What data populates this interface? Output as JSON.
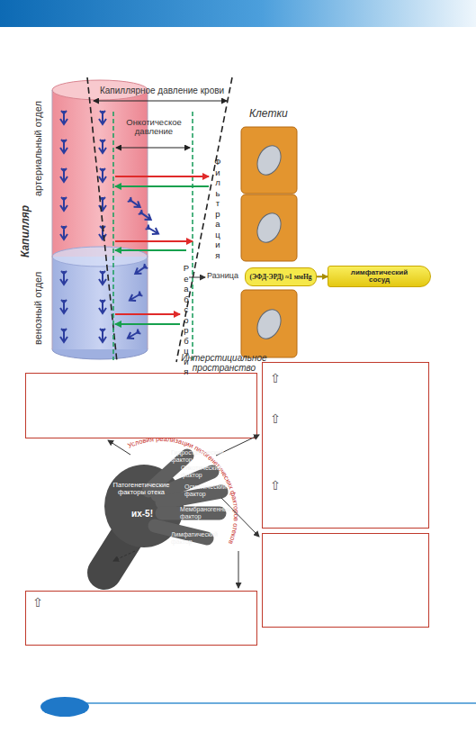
{
  "diagram": {
    "nodes": [
      {
        "text": [
          "(ЭФД-ЭРД) ≈1 ммHg"
        ]
      },
      {
        "text": [
          "лимфатический сосуд"
        ]
      },
      {
        "text": [
          "⇧",
          "⇧",
          "⇧"
        ]
      },
      {
        "text": [
          "⇧"
        ]
      }
    ],
    "edges": [
      {
        "from": 0,
        "to": 1,
        "arrow": "to"
      }
    ],
    "labels": [
      "Капиллярное давление крови",
      "Онкотическое давление",
      "Клетки",
      "артериальный отдел",
      "Капилляр",
      "венозный отдел",
      "Фильтрация",
      "Реабсорбция",
      "Разница",
      "Интерстициальное пространство",
      "Условия реализации патогенетических факторов отеков",
      "Гидростатический фактор",
      "Онкотический фактор",
      "Осмотический фактор",
      "Мембраногенный фактор",
      "Лимфатический фактор",
      "Патогенетические факторы отека",
      "их-5!"
    ]
  }
}
